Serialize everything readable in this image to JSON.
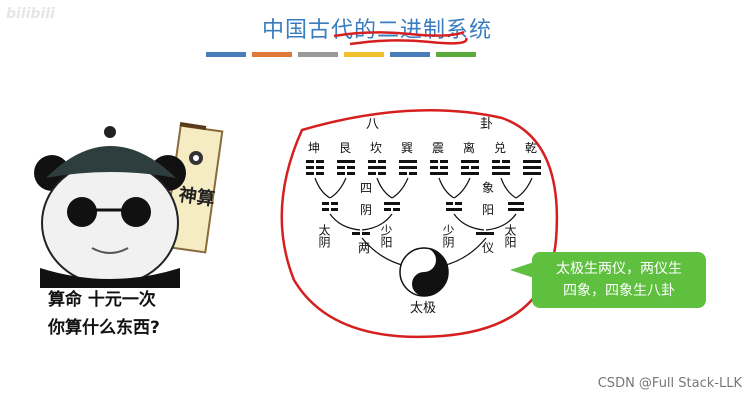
{
  "watermark": "bilibili",
  "title": "中国古代的二进制系统",
  "colors": {
    "title": "#3a7dbf",
    "title_bars": [
      "#4a7ebb",
      "#e07a3a",
      "#9a9a9a",
      "#f2c12e",
      "#4a7ebb",
      "#5aaa3c"
    ],
    "red_circle": "#d62020",
    "bubble": "#5fbf3f"
  },
  "meme": {
    "sign_text": "神算",
    "caption_line1": "算命 十元一次",
    "caption_line2": "你算什么东西?"
  },
  "diagram": {
    "bagua_label_left": "八",
    "bagua_label_right": "卦",
    "trigrams": [
      "坤",
      "艮",
      "坎",
      "巽",
      "震",
      "离",
      "兑",
      "乾"
    ],
    "sixiang_label_top": "四",
    "sixiang_label_bottom": "象",
    "sixiang_mid_left": "阴",
    "sixiang_mid_right": "阳",
    "sixiang": [
      "太阴",
      "少阳",
      "少阴",
      "太阳"
    ],
    "liangyi_left": "两",
    "liangyi_right": "仪",
    "taiji": "太极"
  },
  "bubble": {
    "line1": "太极生两仪，两仪生",
    "line2": "四象，四象生八卦"
  },
  "credit": "CSDN @Full Stack-LLK"
}
